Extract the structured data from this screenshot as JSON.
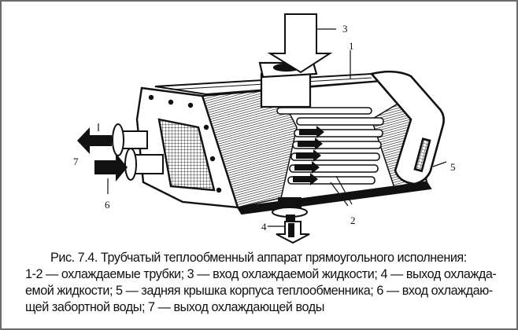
{
  "figure": {
    "type": "technical illustration",
    "subject": "tubular heat exchanger, rectangular design",
    "callouts": [
      {
        "id": "1",
        "label": "1",
        "meaning": "охлаждаемые трубки"
      },
      {
        "id": "2",
        "label": "2",
        "meaning": "охлаждаемые трубки"
      },
      {
        "id": "3",
        "label": "3",
        "meaning": "вход охлаждаемой жидкости"
      },
      {
        "id": "4",
        "label": "4",
        "meaning": "выход охлаждаемой жидкости"
      },
      {
        "id": "5",
        "label": "5",
        "meaning": "задняя крышка корпуса теплообменника"
      },
      {
        "id": "6",
        "label": "6",
        "meaning": "вход охлаждающей забортной воды"
      },
      {
        "id": "7",
        "label": "7",
        "meaning": "выход охлаждающей воды"
      }
    ]
  },
  "caption": {
    "lines": [
      "Рис. 7.4. Трубчатый теплообменный аппарат прямоугольного исполнения:",
      "1-2 — охлаждаемые трубки; 3 — вход охлаждаемой жидкости; 4 — выход охлажда-",
      "емой жидкости; 5 — задняя крышка корпуса теплообменника; 6 — вход охлаждаю-",
      "щей забортной воды; 7 — выход охлаждающей воды"
    ]
  },
  "colors": {
    "border": "#6b6b6b",
    "ink": "#111111",
    "background": "#ffffff"
  }
}
